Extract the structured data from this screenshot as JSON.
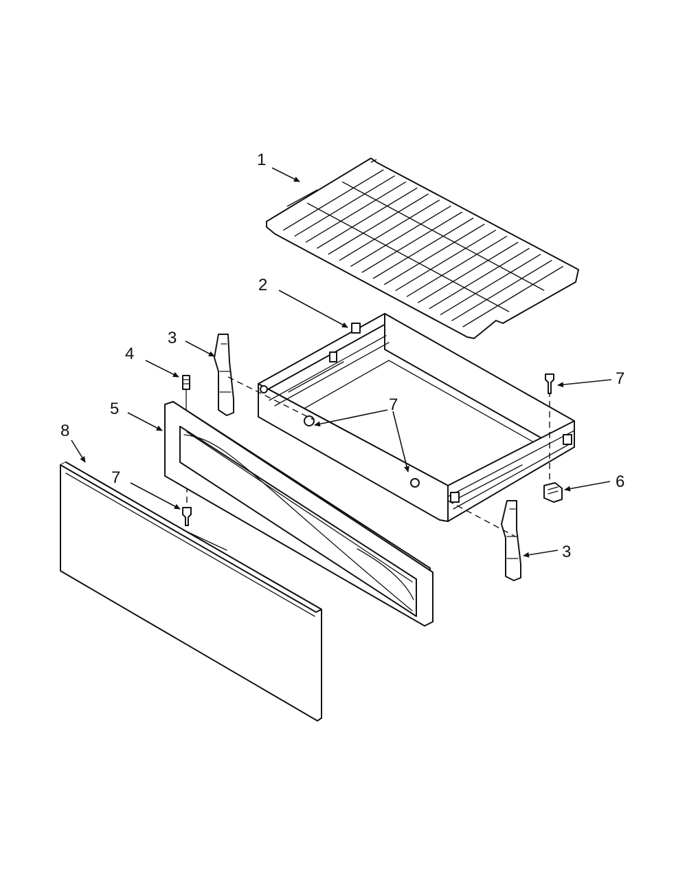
{
  "callouts": {
    "rack": "1",
    "drawer_box": "2",
    "slide_left": "3",
    "slide_right": "3",
    "pin": "4",
    "drawer_front": "5",
    "clip": "6",
    "screw_right": "7",
    "screws_center": "7",
    "screw_front": "7",
    "outer_panel": "8"
  },
  "colors": {
    "line": "#111111",
    "background": "#ffffff"
  }
}
